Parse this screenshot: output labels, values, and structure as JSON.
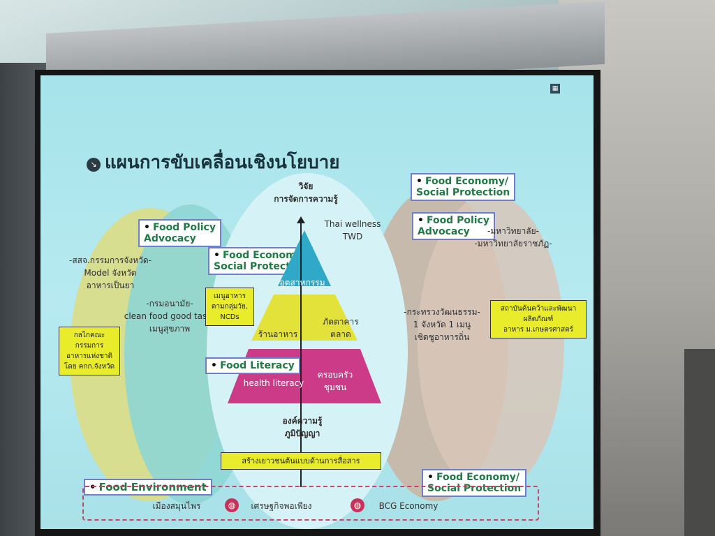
{
  "slide": {
    "title": "แผนการขับเคลื่อนเชิงนโยบาย",
    "title_icon": "arrow-down-right-icon",
    "left": {
      "policy_tag": "Food Policy\nAdvocacy",
      "text1": "-สสจ.กรรมการจังหวัด-\nModel จังหวัด\nอาหารเป็นยา",
      "text2": "-กรมอนามัย-\nclean food good taste\nเมนูสุขภาพ",
      "yellow_box": "กลไกคณะกรรมการ\nอาหารแห่งชาติ\nโดย คกก.จังหวัด"
    },
    "center": {
      "top_text": "วิจัย\nการจัดการความรู้",
      "wellness": "Thai wellness\nTWD",
      "economy_tag": "Food Economy/\nSocial Protection",
      "ncd_box": "เมนูอาหารตามกลุ่มวัย,\nNCDs",
      "level_industry": "อุตสาหกรรม",
      "level_restaurant": "ร้านอาหาร",
      "level_market": "ภัตตาคาร\nตลาด",
      "level_family": "ครอบครัว\nชุมชน",
      "literacy_tag": "Food Literacy",
      "health_literacy": "health literacy",
      "bottom_text": "องค์ความรู้\nภูมิปัญญา",
      "comm_box": "สร้างเยาวชนต้นแบบด้านการสื่อสาร"
    },
    "right": {
      "economy_tag": "Food Economy/\nSocial Protection",
      "policy_tag": "Food Policy\nAdvocacy",
      "univ_text": "-มหาวิทยาลัย-\n-มหาวิทยาลัยราชภัฏ-",
      "culture_text": "-กระทรวงวัฒนธรรม-\n1 จังหวัด 1 เมนู\nเชิดชูอาหารถิ่น",
      "yellow_box": "สถาบันค้นคว้าและพัฒนาผลิตภัณฑ์\nอาหาร ม.เกษตรศาสตร์"
    },
    "bottom": {
      "environment_tag": "Food Environment",
      "economy_tag": "Food Economy/\nSocial Protection",
      "item1": "เมืองสมุนไพร",
      "item2": "เศรษฐกิจพอเพียง",
      "item3": "BCG Economy",
      "globe_icon": "globe-icon"
    },
    "colors": {
      "slide_bg": "#a6e3ea",
      "yellow": "#e9ec2a",
      "magenta": "#cc3b88",
      "teal": "#2fa9c7",
      "tag_text": "#1f7a44"
    }
  }
}
